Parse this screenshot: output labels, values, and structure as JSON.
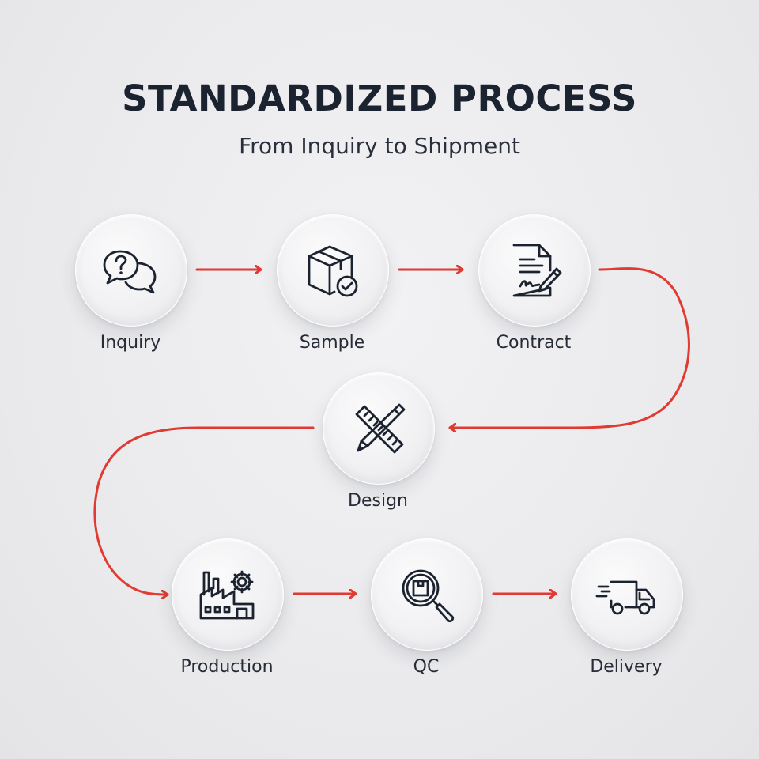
{
  "header": {
    "title": "STANDARDIZED PROCESS",
    "subtitle": "From Inquiry to Shipment"
  },
  "accent_color": "#e03a33",
  "icon_color": "#1c2330",
  "steps": [
    {
      "label": "Inquiry",
      "icon": "question-chat-bubbles-icon"
    },
    {
      "label": "Sample",
      "icon": "box-check-icon"
    },
    {
      "label": "Contract",
      "icon": "signed-document-icon"
    },
    {
      "label": "Design",
      "icon": "pencil-ruler-icon"
    },
    {
      "label": "Production",
      "icon": "factory-gear-icon"
    },
    {
      "label": "QC",
      "icon": "magnifier-box-icon"
    },
    {
      "label": "Delivery",
      "icon": "delivery-truck-icon"
    }
  ]
}
